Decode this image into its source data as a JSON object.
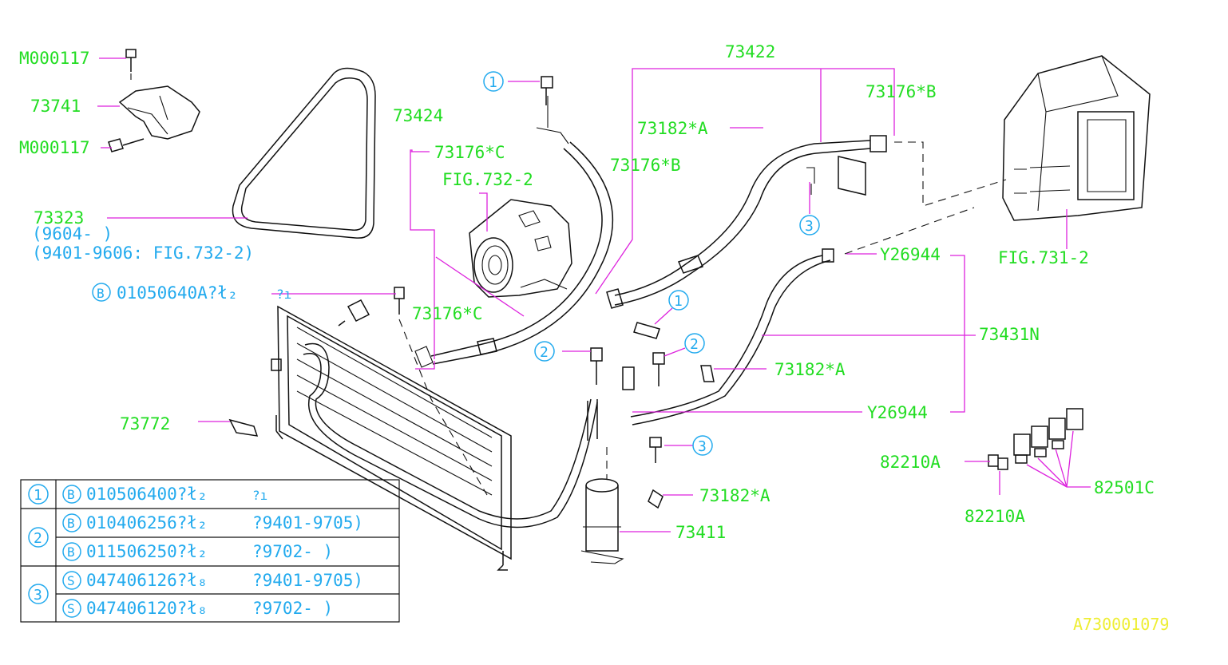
{
  "labels": {
    "m000117_top": "M000117",
    "p73741": "73741",
    "m000117_bottom": "M000117",
    "p73323": "73323",
    "p73323_note1": "(9604-      )",
    "p73323_note2": "(9401-9606: FIG.732-2)",
    "p73424": "73424",
    "p73176c_top": "73176*C",
    "fig732": "FIG.732-2",
    "p73422": "73422",
    "p73176b_right": "73176*B",
    "p73182a_top": "73182*A",
    "p73176b_mid": "73176*B",
    "fig731": "FIG.731-2",
    "y26944_top": "Y26944",
    "p73431n": "73431N",
    "b_bolt_code": "01050640A?ł₂",
    "b_bolt_qty": "?ı",
    "p73176c_low": "73176*C",
    "p73182a_mid": "73182*A",
    "y26944_low": "Y26944",
    "p73772": "73772",
    "p73182a_low": "73182*A",
    "p73411": "73411",
    "p82210a_top": "82210A",
    "p82210a_bottom": "82210A",
    "p82501c": "82501C",
    "watermark": "A730001079"
  },
  "callouts": {
    "c1": "1",
    "c2": "2",
    "c3": "3",
    "b": "B",
    "s": "S"
  },
  "legend": {
    "rows": [
      {
        "callout": "1",
        "prefix": "B",
        "code": "010506400?ł₂",
        "range": "?ı"
      },
      {
        "callout": "2",
        "prefix": "B",
        "code": "010406256?ł₂",
        "range": "?9401-9705)"
      },
      {
        "callout": "2",
        "prefix": "B",
        "code": "011506250?ł₂",
        "range": "?9702-      )"
      },
      {
        "callout": "3",
        "prefix": "S",
        "code": "047406126?ł₈",
        "range": "?9401-9705)"
      },
      {
        "callout": "3",
        "prefix": "S",
        "code": "047406120?ł₈",
        "range": "?9702-      )"
      }
    ]
  },
  "colors": {
    "part_number": "#22dd22",
    "reference": "#22aaee",
    "leader": "#dd22dd",
    "watermark": "#eeee33",
    "linework": "#111111"
  }
}
